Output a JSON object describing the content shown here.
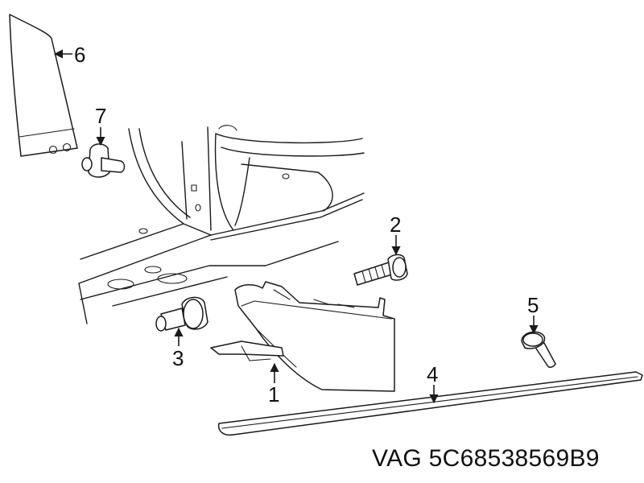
{
  "callouts": [
    {
      "id": "1",
      "label": "1"
    },
    {
      "id": "2",
      "label": "2"
    },
    {
      "id": "3",
      "label": "3"
    },
    {
      "id": "4",
      "label": "4"
    },
    {
      "id": "5",
      "label": "5"
    },
    {
      "id": "6",
      "label": "6"
    },
    {
      "id": "7",
      "label": "7"
    }
  ],
  "caption": {
    "brand": "VAG",
    "part_number": "5C68538569B9"
  }
}
